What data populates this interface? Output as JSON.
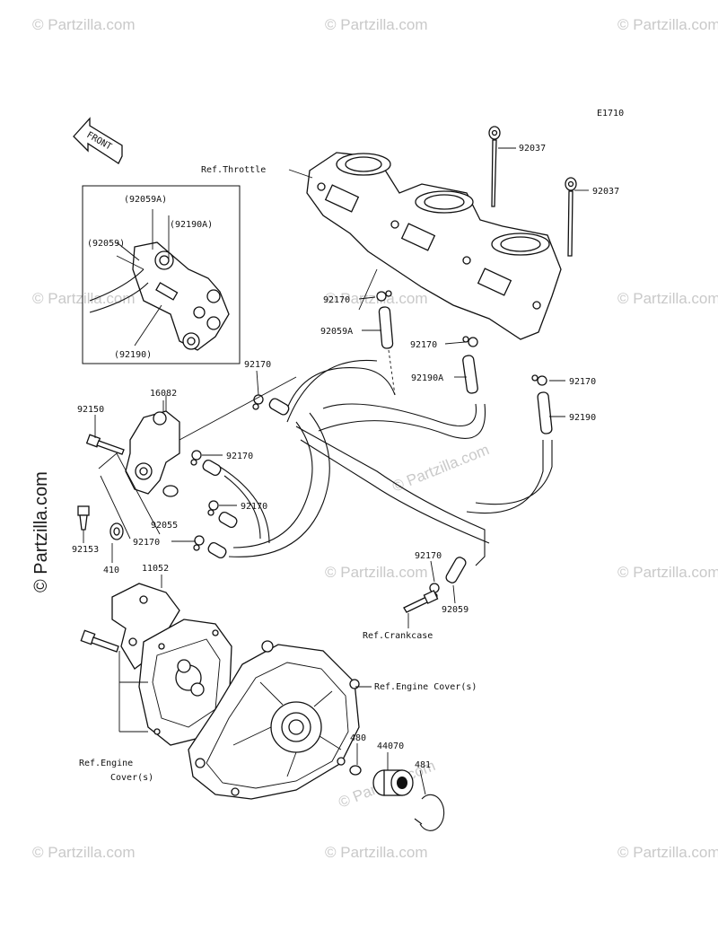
{
  "figure_code": "E1710",
  "front_label": "FRONT",
  "watermark_text": "© Partzilla.com",
  "watermark_vertical": "© Partzilla.com",
  "colors": {
    "line": "#111111",
    "background": "#ffffff",
    "watermark": "#c9c9c9"
  },
  "inset_labels": {
    "a": "(92059A)",
    "b": "(92190A)",
    "c": "(92059)",
    "d": "(92190)"
  },
  "labels": {
    "ref_throttle": "Ref.Throttle",
    "p92037_a": "92037",
    "p92037_b": "92037",
    "p92170_1": "92170",
    "p92059A": "92059A",
    "p92170_2": "92170",
    "p92190A": "92190A",
    "p92170_3": "92170",
    "p92190": "92190",
    "p92170_4": "92170",
    "p16082": "16082",
    "p92150": "92150",
    "p92170_5": "92170",
    "p92170_6": "92170",
    "p92055": "92055",
    "p92153": "92153",
    "p92170_7": "92170",
    "p410": "410",
    "p11052": "11052",
    "p92170_8": "92170",
    "p92059": "92059",
    "ref_crankcase": "Ref.Crankcase",
    "ref_engine_cover_right": "Ref.Engine Cover(s)",
    "p480": "480",
    "p44070": "44070",
    "p481": "481",
    "ref_engine_left_1": "Ref.Engine",
    "ref_engine_left_2": "Cover(s)"
  }
}
